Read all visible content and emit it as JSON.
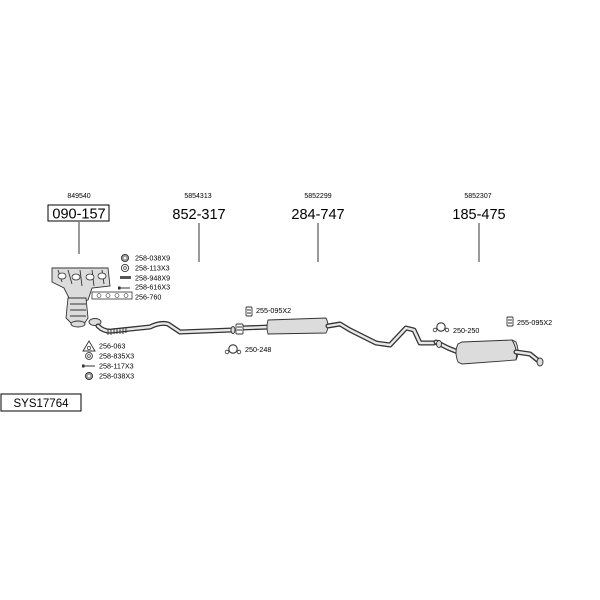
{
  "diagram": {
    "system_code": "SYS17764",
    "assemblies": [
      {
        "oem": "849540",
        "part": "090-157",
        "boxed": true
      },
      {
        "oem": "5854313",
        "part": "852-317",
        "boxed": false
      },
      {
        "oem": "5852299",
        "part": "284-747",
        "boxed": false
      },
      {
        "oem": "5852307",
        "part": "185-475",
        "boxed": false
      }
    ],
    "manifold_parts": [
      {
        "code": "258-038X9",
        "icon": "nut-icon"
      },
      {
        "code": "258-113X3",
        "icon": "washer-icon"
      },
      {
        "code": "258-948X9",
        "icon": "stud-icon"
      },
      {
        "code": "258-616X3",
        "icon": "bolt-icon"
      },
      {
        "code": "256-760",
        "icon": "manifold-gasket-icon"
      }
    ],
    "front_pipe_parts": [
      {
        "code": "256-063",
        "icon": "triangle-gasket-icon"
      },
      {
        "code": "258-835X3",
        "icon": "spring-washer-icon"
      },
      {
        "code": "258-117X3",
        "icon": "bolt-icon"
      },
      {
        "code": "258-038X3",
        "icon": "nut-icon"
      }
    ],
    "mid_parts": [
      {
        "code": "255-095X2",
        "icon": "clamp-icon"
      },
      {
        "code": "250-248",
        "icon": "rubber-mount-icon"
      }
    ],
    "rear_parts": [
      {
        "code": "250-250",
        "icon": "rubber-mount-icon"
      },
      {
        "code": "255-095X2",
        "icon": "clamp-icon"
      }
    ]
  }
}
